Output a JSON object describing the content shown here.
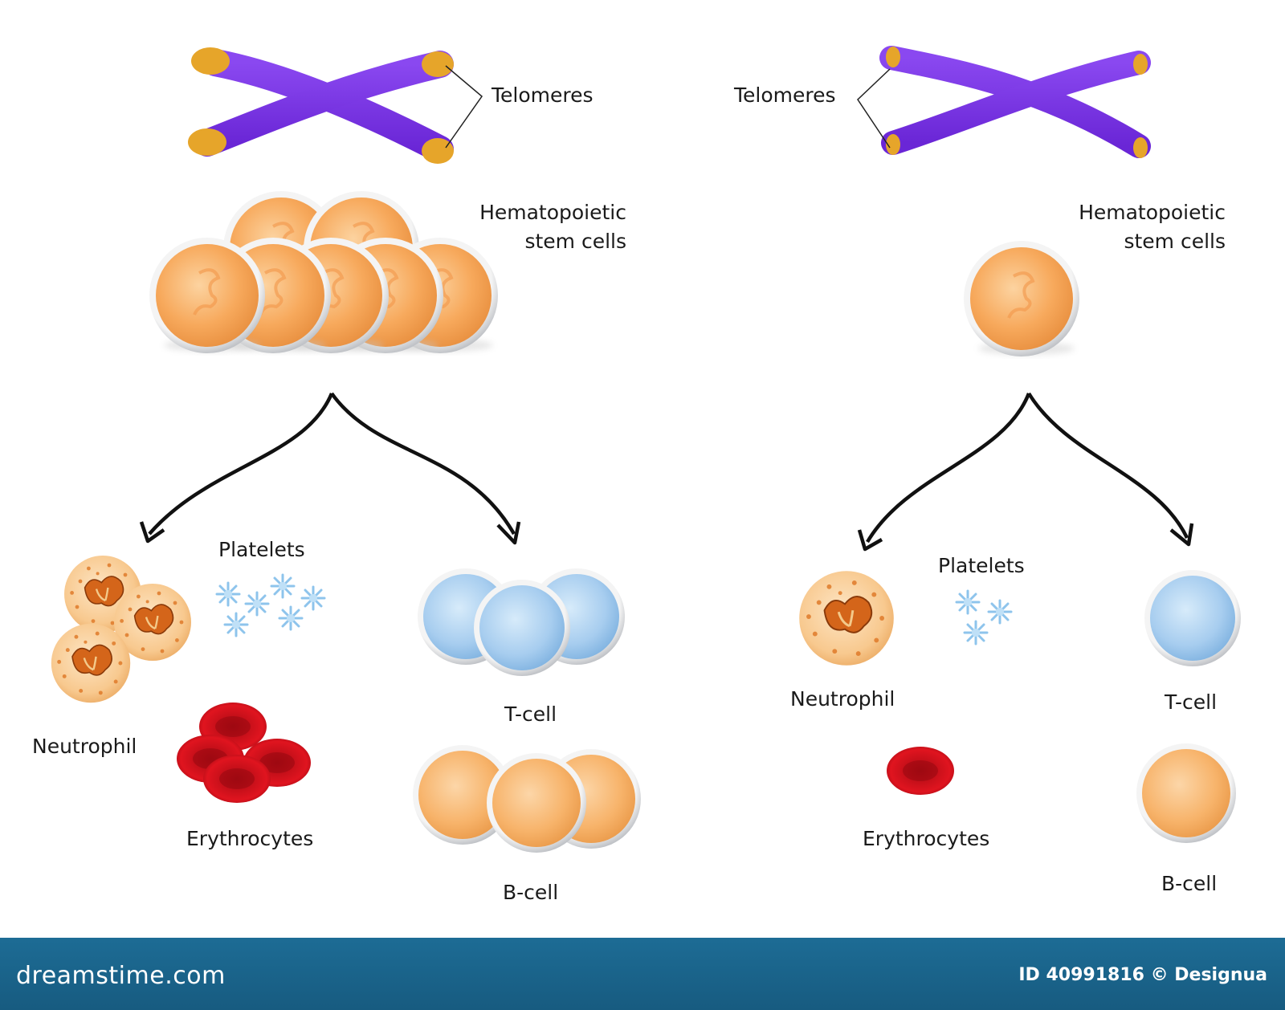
{
  "left_panel": {
    "telomeres_label": "Telomeres",
    "stem_cells_label_line1": "Hematopoietic",
    "stem_cells_label_line2": "stem cells",
    "platelets_label": "Platelets",
    "neutrophil_label": "Neutrophil",
    "erythrocytes_label": "Erythrocytes",
    "tcell_label": "T-cell",
    "bcell_label": "B-cell"
  },
  "right_panel": {
    "telomeres_label": "Telomeres",
    "stem_cells_label_line1": "Hematopoietic",
    "stem_cells_label_line2": "stem cells",
    "platelets_label": "Platelets",
    "neutrophil_label": "Neutrophil",
    "erythrocytes_label": "Erythrocytes",
    "tcell_label": "T-cell",
    "bcell_label": "B-cell"
  },
  "footer": {
    "brand": "dreamstime.com",
    "credit": "ID 40991816 © Designua"
  },
  "colors": {
    "chromosome": "#7a35e6",
    "telomere": "#e6a52a",
    "stem_cell": "#f7a95c",
    "t_cell": "#a7cdef",
    "b_cell": "#f7b36a",
    "erythrocyte": "#d4121c",
    "neutrophil": "#f8c98f",
    "platelet": "#8ec4ec",
    "footer_bar": "#1b6890"
  }
}
